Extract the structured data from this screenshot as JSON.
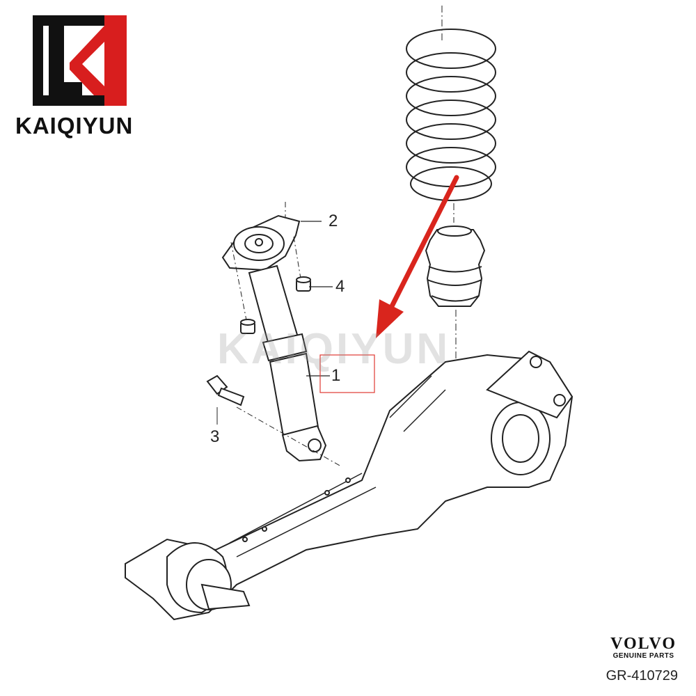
{
  "logo": {
    "text": "KAIQIYUN",
    "icon": "k-logo-icon",
    "accent_color": "#d81e1e"
  },
  "watermark": {
    "text": "KAIQIYUN"
  },
  "callouts": {
    "c1": "1",
    "c2": "2",
    "c3": "3",
    "c4": "4"
  },
  "brand": {
    "name": "VOLVO",
    "subtitle": "GENUINE PARTS",
    "reference": "GR-410729"
  },
  "colors": {
    "line": "#222222",
    "arrow": "#d9251d",
    "highlight_box": "#e03a32"
  }
}
